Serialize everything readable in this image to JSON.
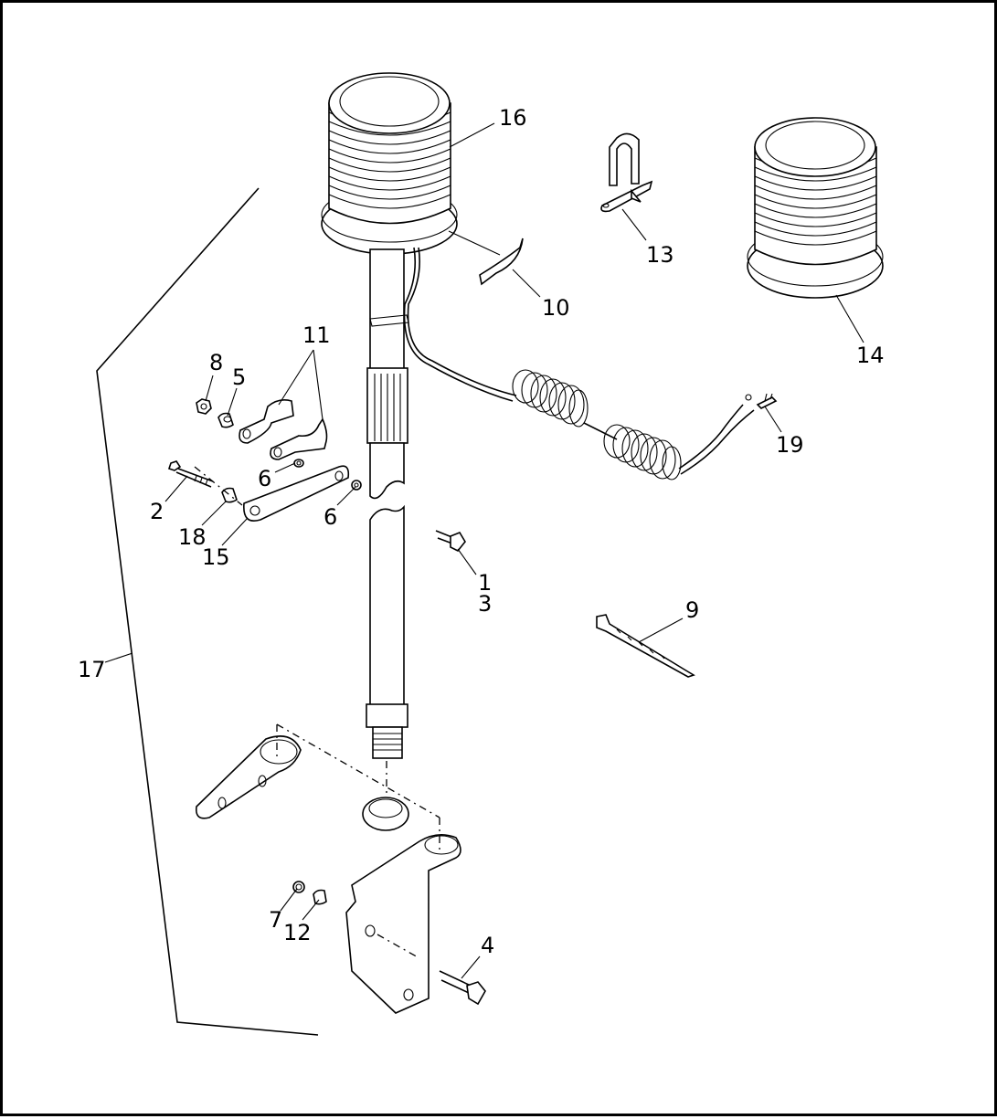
{
  "diagram": {
    "type": "exploded-parts-diagram",
    "callouts": [
      {
        "id": "c1",
        "label": "1"
      },
      {
        "id": "c3",
        "label": "3"
      },
      {
        "id": "c2",
        "label": "2"
      },
      {
        "id": "c4",
        "label": "4"
      },
      {
        "id": "c5",
        "label": "5"
      },
      {
        "id": "c6a",
        "label": "6"
      },
      {
        "id": "c6b",
        "label": "6"
      },
      {
        "id": "c7",
        "label": "7"
      },
      {
        "id": "c8",
        "label": "8"
      },
      {
        "id": "c9",
        "label": "9"
      },
      {
        "id": "c10",
        "label": "10"
      },
      {
        "id": "c11",
        "label": "11"
      },
      {
        "id": "c12",
        "label": "12"
      },
      {
        "id": "c13",
        "label": "13"
      },
      {
        "id": "c14",
        "label": "14"
      },
      {
        "id": "c15",
        "label": "15"
      },
      {
        "id": "c16",
        "label": "16"
      },
      {
        "id": "c17",
        "label": "17"
      },
      {
        "id": "c18",
        "label": "18"
      },
      {
        "id": "c19",
        "label": "19"
      }
    ]
  }
}
